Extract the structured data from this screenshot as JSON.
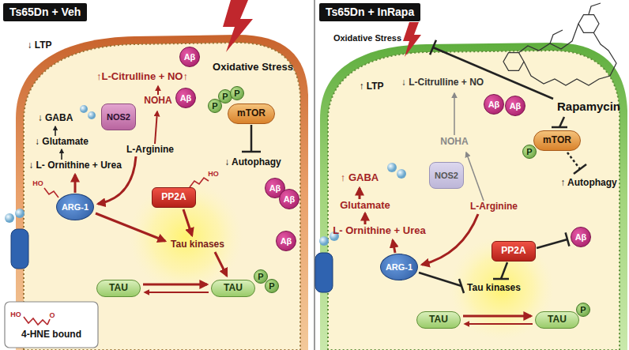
{
  "diagram": {
    "nodes": [
      {
        "text": [
          "Ts65Dn + Veh"
        ]
      },
      {
        "text": [
          "Aβ"
        ],
        "in": 0
      },
      {
        "text": [
          "Aβ"
        ],
        "in": 0
      },
      {
        "text": [
          "NOS2"
        ],
        "in": 0
      },
      {
        "text": [
          "P"
        ],
        "in": 0
      },
      {
        "text": [
          "P"
        ],
        "in": 0
      },
      {
        "text": [
          "P"
        ],
        "in": 0
      },
      {
        "text": [
          "mTOR"
        ],
        "in": 0
      },
      {
        "text": [
          "Aβ"
        ],
        "in": 0
      },
      {
        "text": [
          "Aβ"
        ],
        "in": 0
      },
      {
        "text": [
          "PP2A"
        ],
        "in": 0
      },
      {
        "text": [
          "ARG-1"
        ],
        "in": 0
      },
      {
        "text": [
          "Aβ"
        ],
        "in": 0
      },
      {
        "text": [
          "TAU"
        ],
        "in": 0
      },
      {
        "text": [
          "TAU"
        ],
        "in": 0
      },
      {
        "text": [
          "P"
        ],
        "in": 0
      },
      {
        "text": [
          "P"
        ],
        "in": 0
      },
      {
        "text": [
          "Ts65Dn + InRapa"
        ]
      },
      {
        "text": [
          "Aβ"
        ],
        "in": 17
      },
      {
        "text": [
          "Aβ"
        ],
        "in": 17
      },
      {
        "text": [
          "mTOR"
        ],
        "in": 17
      },
      {
        "text": [
          "P"
        ],
        "in": 17
      },
      {
        "text": [
          "NOS2"
        ],
        "in": 17
      },
      {
        "text": [
          "PP2A"
        ],
        "in": 17
      },
      {
        "text": [
          "ARG-1"
        ],
        "in": 17
      },
      {
        "text": [
          "Aβ"
        ],
        "in": 17
      },
      {
        "text": [
          "TAU"
        ],
        "in": 17
      },
      {
        "text": [
          "TAU"
        ],
        "in": 17
      },
      {
        "text": [
          "P"
        ],
        "in": 17
      }
    ],
    "edges": [
      {
        "from": 13,
        "to": 14,
        "arrow": "to"
      },
      {
        "from": 14,
        "to": 13,
        "arrow": "to"
      },
      {
        "from": 26,
        "to": 27,
        "arrow": "to"
      },
      {
        "from": 27,
        "to": 26,
        "arrow": "to"
      }
    ],
    "labels": [
      "Oxidative Stress",
      "↑L-Citrulline + NO↑",
      "↓ LTP",
      "↓ GABA",
      "↓ Glutamate",
      "↓ L- Ornithine + Urea",
      "NOHA",
      "L-Arginine",
      "↓ Autophagy",
      "Tau kinases",
      "HO",
      "HO",
      "HO",
      "O",
      "Oxidative Stress",
      "Rapamycin",
      "↑ LTP",
      "↓ L-Citrulline + NO",
      "NOHA",
      "↑ GABA",
      "Glutamate",
      "L- Ornithine + Urea",
      "L-Arginine",
      "Tau kinases",
      "↑ Autophagy"
    ],
    "legend": [
      {
        "text": "4-HNE bound"
      }
    ]
  }
}
